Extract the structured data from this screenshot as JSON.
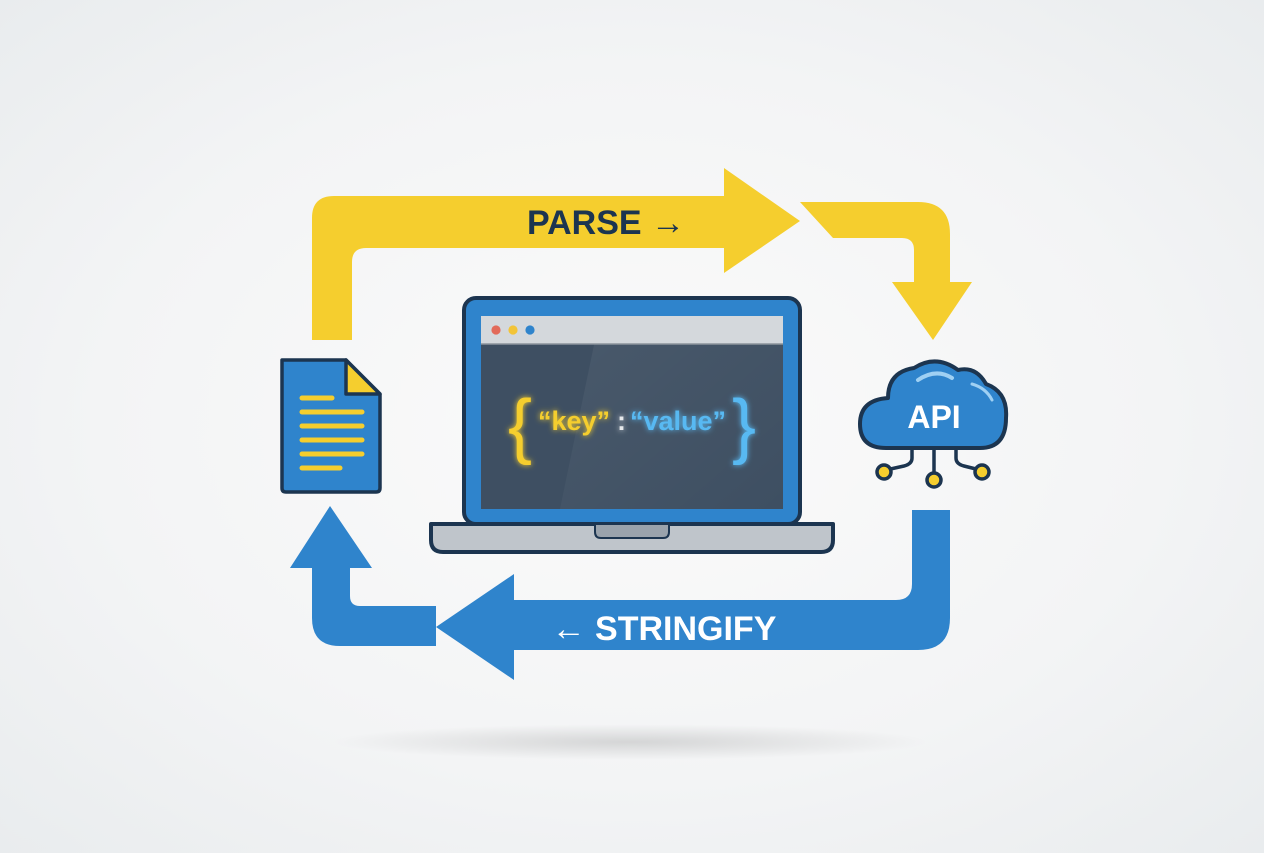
{
  "parse_label": "PARSE →",
  "stringify_label": "← STRINGIFY",
  "api_label": "API",
  "json_snippet": {
    "open_brace": "{",
    "key": "“key”",
    "colon": ":",
    "value": "“value”",
    "close_brace": "}"
  },
  "colors": {
    "parse_arrow": "#f5ce2e",
    "stringify_arrow": "#2f84cc",
    "icon_blue": "#2f84cc",
    "outline_navy": "#1c3550",
    "screen_dark": "#3e4f62",
    "accent_yellow": "#f5ce2e",
    "code_blue": "#58b9f2"
  },
  "icons": [
    "document-icon",
    "laptop-icon",
    "cloud-api-icon"
  ]
}
